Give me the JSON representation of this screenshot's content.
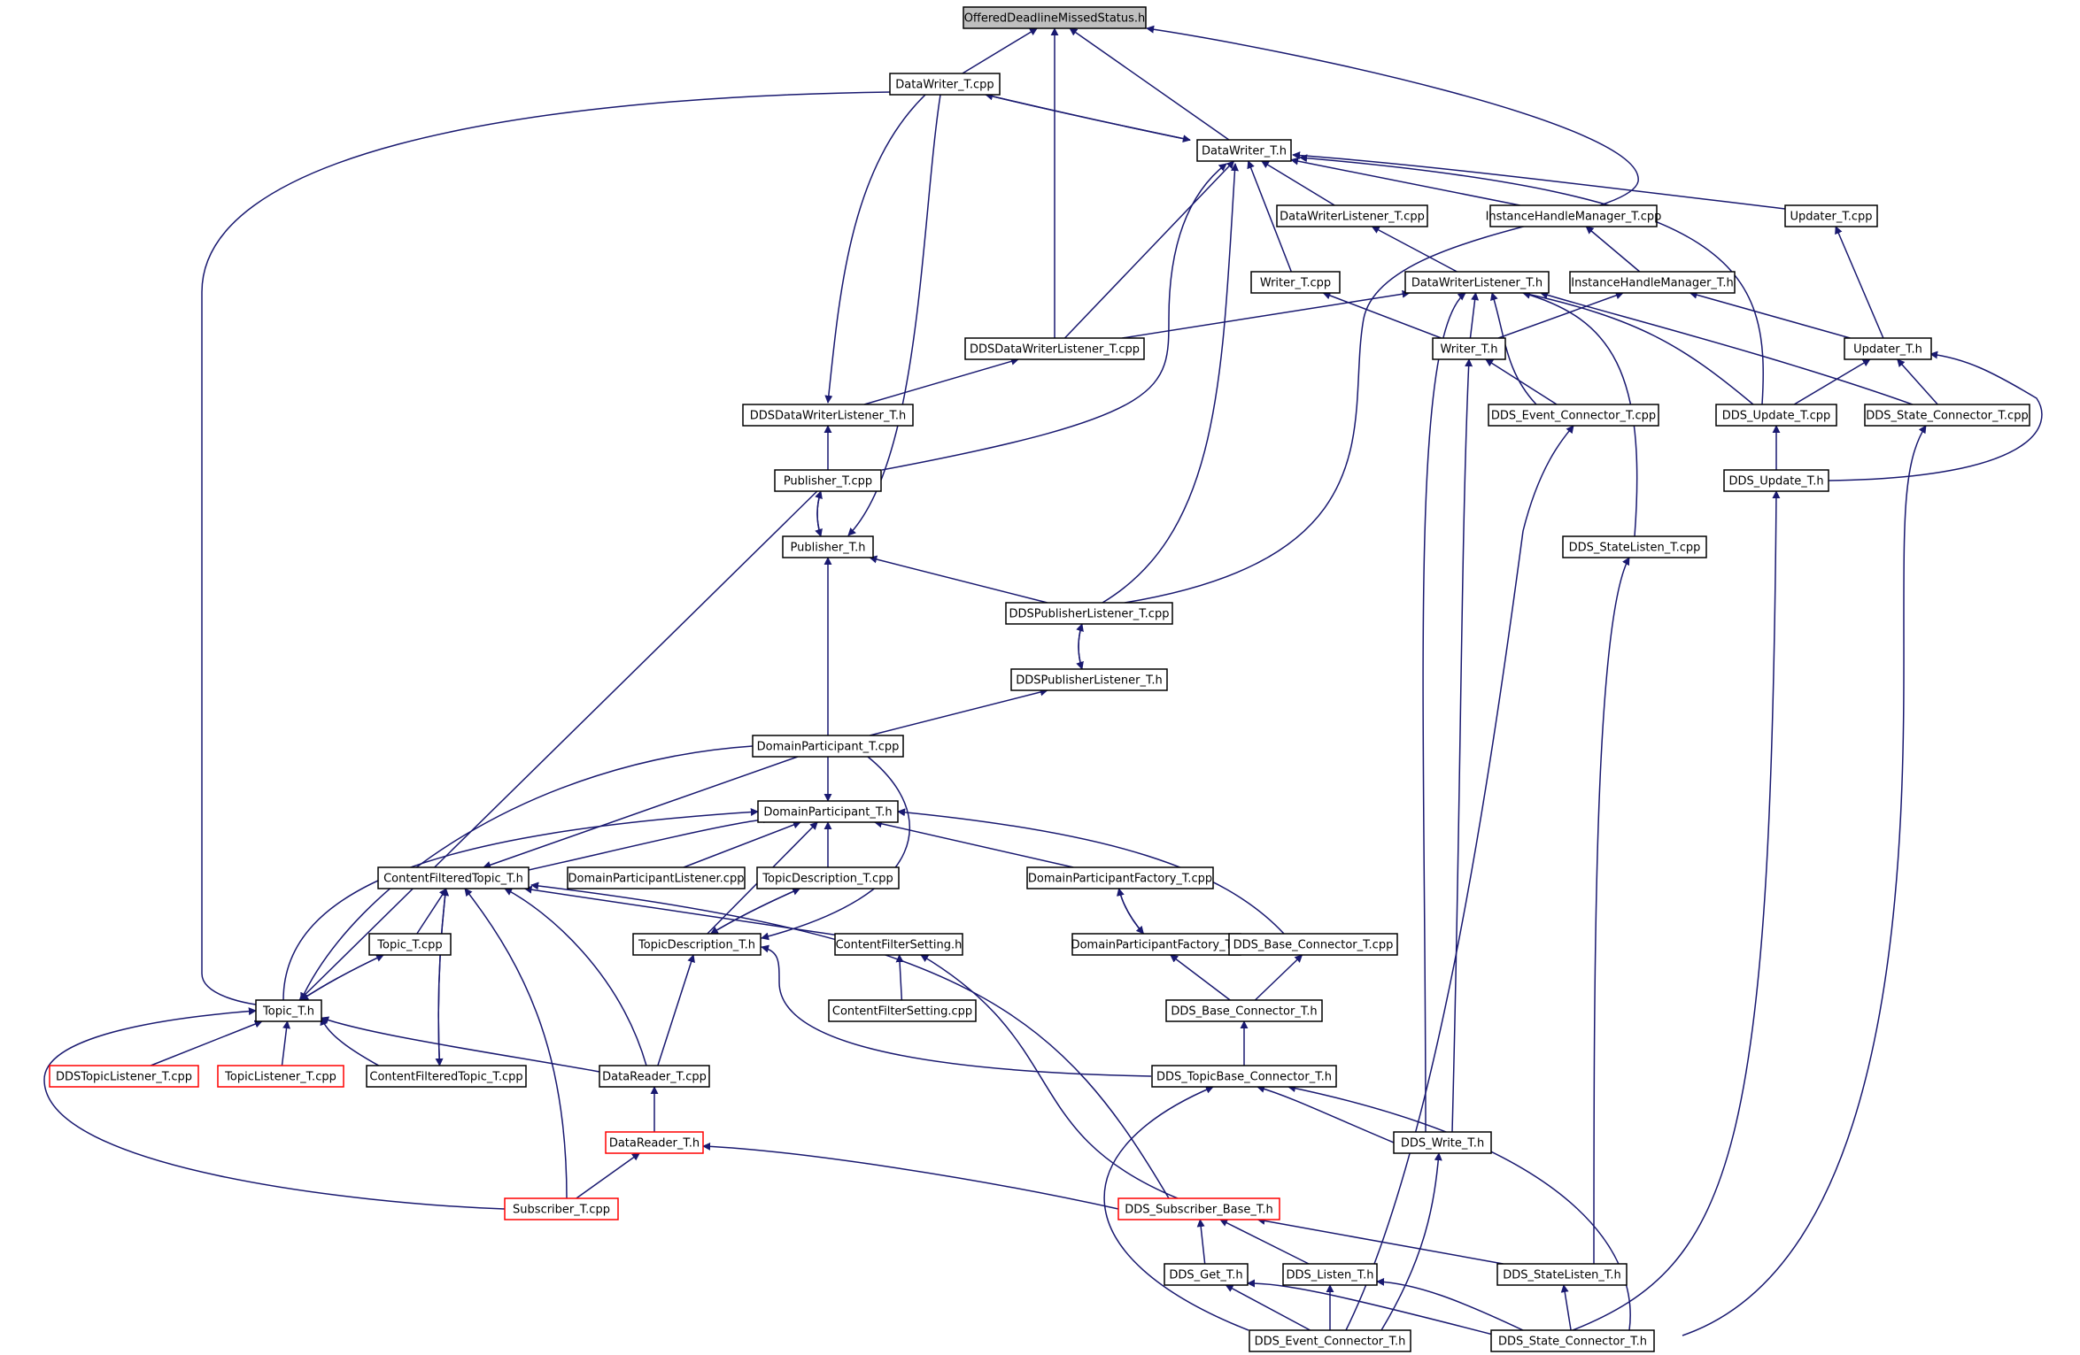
{
  "diagram": {
    "root": "OfferedDeadlineMissedStatus.h",
    "nodes": [
      {
        "id": "odms",
        "label": "OfferedDeadlineMissedStatus.h",
        "style": "root"
      },
      {
        "id": "dwcpp",
        "label": "DataWriter_T.cpp",
        "style": "normal"
      },
      {
        "id": "dwh",
        "label": "DataWriter_T.h",
        "style": "normal"
      },
      {
        "id": "dwlcpp",
        "label": "DataWriterListener_T.cpp",
        "style": "normal"
      },
      {
        "id": "ihmcpp",
        "label": "InstanceHandleManager_T.cpp",
        "style": "normal"
      },
      {
        "id": "updcpp",
        "label": "Updater_T.cpp",
        "style": "normal"
      },
      {
        "id": "wcpp",
        "label": "Writer_T.cpp",
        "style": "normal"
      },
      {
        "id": "dwlh",
        "label": "DataWriterListener_T.h",
        "style": "normal"
      },
      {
        "id": "ihmh",
        "label": "InstanceHandleManager_T.h",
        "style": "normal"
      },
      {
        "id": "ddsdwlcpp",
        "label": "DDSDataWriterListener_T.cpp",
        "style": "normal"
      },
      {
        "id": "wh",
        "label": "Writer_T.h",
        "style": "normal"
      },
      {
        "id": "updh",
        "label": "Updater_T.h",
        "style": "normal"
      },
      {
        "id": "ddsdwlh",
        "label": "DDSDataWriterListener_T.h",
        "style": "normal"
      },
      {
        "id": "evcpp",
        "label": "DDS_Event_Connector_T.cpp",
        "style": "normal"
      },
      {
        "id": "ducpp",
        "label": "DDS_Update_T.cpp",
        "style": "normal"
      },
      {
        "id": "sccpp",
        "label": "DDS_State_Connector_T.cpp",
        "style": "normal"
      },
      {
        "id": "pubcpp",
        "label": "Publisher_T.cpp",
        "style": "normal"
      },
      {
        "id": "duh",
        "label": "DDS_Update_T.h",
        "style": "normal"
      },
      {
        "id": "pubh",
        "label": "Publisher_T.h",
        "style": "normal"
      },
      {
        "id": "slcpp",
        "label": "DDS_StateListen_T.cpp",
        "style": "normal"
      },
      {
        "id": "ddsplcpp",
        "label": "DDSPublisherListener_T.cpp",
        "style": "normal"
      },
      {
        "id": "ddsplh",
        "label": "DDSPublisherListener_T.h",
        "style": "normal"
      },
      {
        "id": "dpcpp",
        "label": "DomainParticipant_T.cpp",
        "style": "normal"
      },
      {
        "id": "dph",
        "label": "DomainParticipant_T.h",
        "style": "normal"
      },
      {
        "id": "cfth",
        "label": "ContentFilteredTopic_T.h",
        "style": "normal"
      },
      {
        "id": "dplcpp",
        "label": "DomainParticipantListener.cpp",
        "style": "normal"
      },
      {
        "id": "tdcpp",
        "label": "TopicDescription_T.cpp",
        "style": "normal"
      },
      {
        "id": "dpfcpp",
        "label": "DomainParticipantFactory_T.cpp",
        "style": "normal"
      },
      {
        "id": "topcpp",
        "label": "Topic_T.cpp",
        "style": "normal"
      },
      {
        "id": "tdh",
        "label": "TopicDescription_T.h",
        "style": "normal"
      },
      {
        "id": "cfsh",
        "label": "ContentFilterSetting.h",
        "style": "normal"
      },
      {
        "id": "dpfh",
        "label": "DomainParticipantFactory_T.h",
        "style": "normal"
      },
      {
        "id": "bccpp",
        "label": "DDS_Base_Connector_T.cpp",
        "style": "normal"
      },
      {
        "id": "toph",
        "label": "Topic_T.h",
        "style": "normal"
      },
      {
        "id": "cfscpp",
        "label": "ContentFilterSetting.cpp",
        "style": "normal"
      },
      {
        "id": "bch",
        "label": "DDS_Base_Connector_T.h",
        "style": "normal"
      },
      {
        "id": "ddstlcpp",
        "label": "DDSTopicListener_T.cpp",
        "style": "red"
      },
      {
        "id": "tlcpp",
        "label": "TopicListener_T.cpp",
        "style": "red"
      },
      {
        "id": "cftcpp",
        "label": "ContentFilteredTopic_T.cpp",
        "style": "normal"
      },
      {
        "id": "drcpp",
        "label": "DataReader_T.cpp",
        "style": "normal"
      },
      {
        "id": "tbch",
        "label": "DDS_TopicBase_Connector_T.h",
        "style": "normal"
      },
      {
        "id": "drh",
        "label": "DataReader_T.h",
        "style": "red"
      },
      {
        "id": "dwrh",
        "label": "DDS_Write_T.h",
        "style": "normal"
      },
      {
        "id": "subcpp",
        "label": "Subscriber_T.cpp",
        "style": "red"
      },
      {
        "id": "sbh",
        "label": "DDS_Subscriber_Base_T.h",
        "style": "red"
      },
      {
        "id": "geth",
        "label": "DDS_Get_T.h",
        "style": "normal"
      },
      {
        "id": "listh",
        "label": "DDS_Listen_T.h",
        "style": "normal"
      },
      {
        "id": "slh",
        "label": "DDS_StateListen_T.h",
        "style": "normal"
      },
      {
        "id": "ech",
        "label": "DDS_Event_Connector_T.h",
        "style": "normal"
      },
      {
        "id": "sch",
        "label": "DDS_State_Connector_T.h",
        "style": "normal"
      }
    ],
    "colors": {
      "edge": "#191970",
      "node_border": "#000000",
      "node_border_highlight": "#ff0000",
      "root_fill": "#bfbfbf",
      "node_fill": "#ffffff"
    }
  }
}
